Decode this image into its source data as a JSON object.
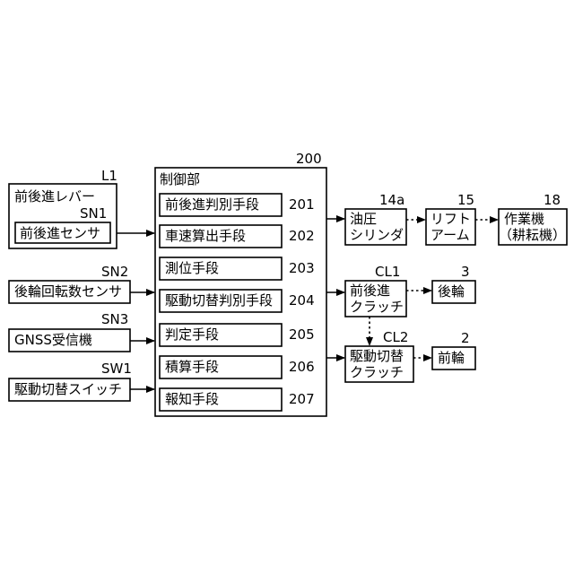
{
  "lever": {
    "label": "前後進レバー",
    "ref": "L1",
    "sensor": {
      "label": "前後進センサ",
      "ref": "SN1"
    }
  },
  "inputs": [
    {
      "label": "後輪回転数センサ",
      "ref": "SN2"
    },
    {
      "label": "GNSS受信機",
      "ref": "SN3"
    },
    {
      "label": "駆動切替スイッチ",
      "ref": "SW1"
    }
  ],
  "controller": {
    "title": "制御部",
    "ref": "200",
    "units": [
      {
        "label": "前後進判別手段",
        "ref": "201"
      },
      {
        "label": "車速算出手段",
        "ref": "202"
      },
      {
        "label": "測位手段",
        "ref": "203"
      },
      {
        "label": "駆動切替判別手段",
        "ref": "204"
      },
      {
        "label": "判定手段",
        "ref": "205"
      },
      {
        "label": "積算手段",
        "ref": "206"
      },
      {
        "label": "報知手段",
        "ref": "207"
      }
    ]
  },
  "outputs": {
    "cylinder": {
      "line1": "油圧",
      "line2": "シリンダ",
      "ref": "14a"
    },
    "lift_arm": {
      "line1": "リフト",
      "line2": "アーム",
      "ref": "15"
    },
    "implement": {
      "line1": "作業機",
      "line2": "（耕耘機）",
      "ref": "18"
    },
    "fr_clutch": {
      "line1": "前後進",
      "line2": "クラッチ",
      "ref": "CL1"
    },
    "rear_wheel": {
      "label": "後輪",
      "ref": "3"
    },
    "drive_clutch": {
      "line1": "駆動切替",
      "line2": "クラッチ",
      "ref": "CL2"
    },
    "front_wheel": {
      "label": "前輪",
      "ref": "2"
    }
  }
}
